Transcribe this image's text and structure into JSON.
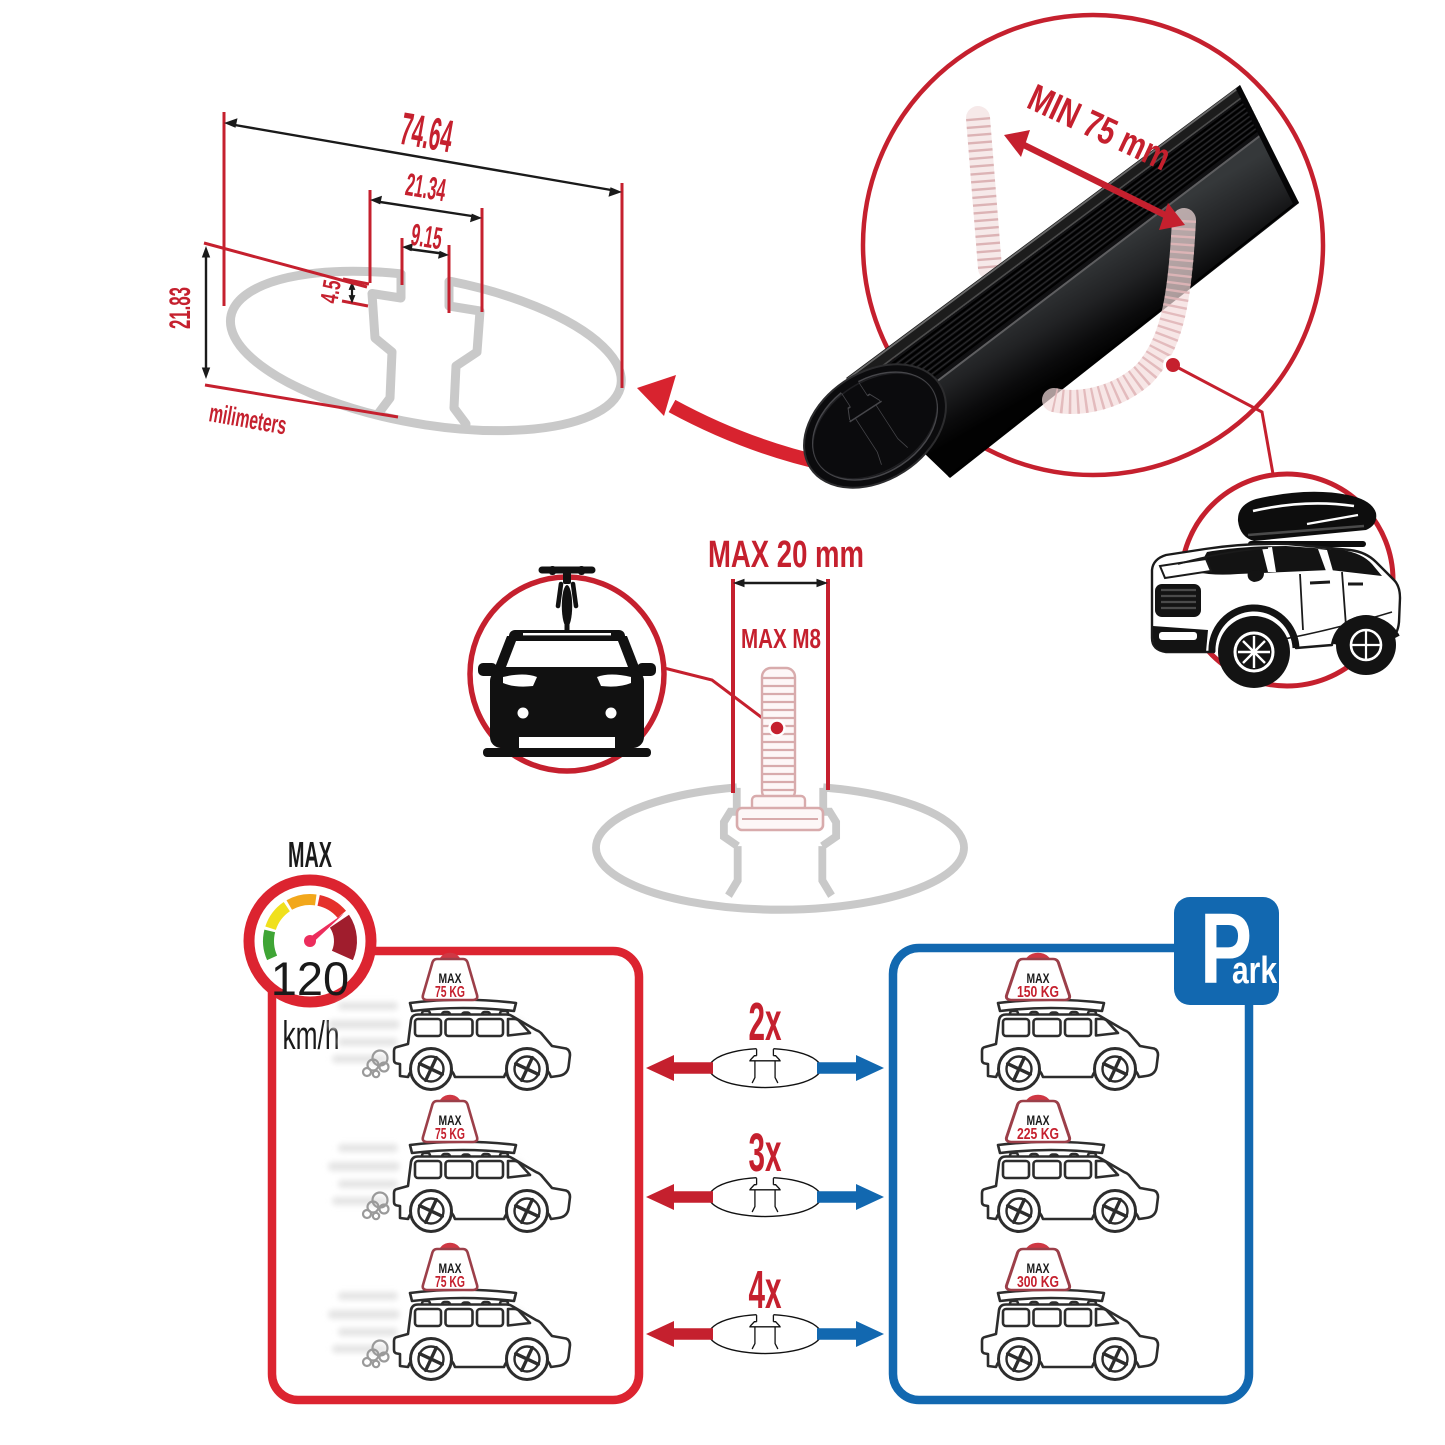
{
  "colors": {
    "red": "#c5202e",
    "bright_red": "#dc2430",
    "blue": "#1268b0",
    "profile_gray": "#c9c9c9",
    "black": "#1a1a1a",
    "weight_outline": "#9c3f49",
    "needle_pink": "#e8274b"
  },
  "cross_section": {
    "total_width": "74.64",
    "slot_outer_width": "21.34",
    "slot_inner_width": "9.15",
    "slot_depth": "4.5",
    "total_height": "21.83",
    "unit_label": "milimeters"
  },
  "bar_detail": {
    "min_clamp_label": "MIN 75 mm"
  },
  "mount": {
    "max_width_label": "MAX 20 mm",
    "max_bolt_label": "MAX M8"
  },
  "speed": {
    "label": "MAX",
    "value": "120",
    "unit": "km/h"
  },
  "quantities": [
    {
      "label": "2x"
    },
    {
      "label": "3x"
    },
    {
      "label": "4x"
    }
  ],
  "red_panel_cars": [
    {
      "label": "MAX",
      "value": "75 KG"
    },
    {
      "label": "MAX",
      "value": "75 KG"
    },
    {
      "label": "MAX",
      "value": "75 KG"
    }
  ],
  "blue_panel_cars": [
    {
      "label": "MAX",
      "value": "150 KG"
    },
    {
      "label": "MAX",
      "value": "225 KG"
    },
    {
      "label": "MAX",
      "value": "300 KG"
    }
  ],
  "park_sign": {
    "initial": "P",
    "rest": "ark"
  }
}
